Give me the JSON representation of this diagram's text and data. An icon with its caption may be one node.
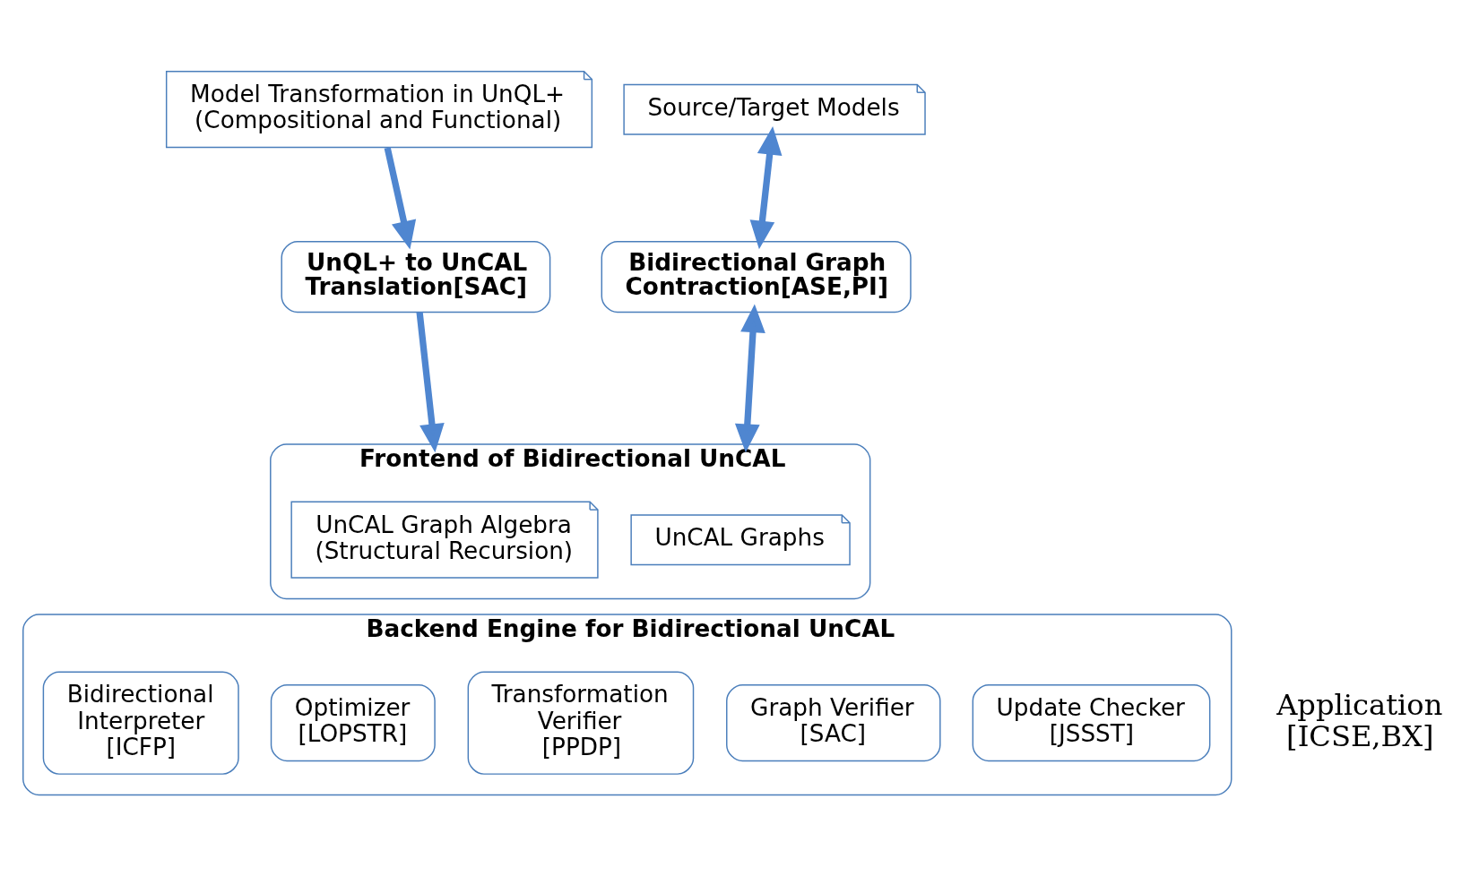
{
  "diagram": {
    "nodes": [
      {
        "text": [
          "Model Transformation in UnQL+ (Compositional and Functional)"
        ]
      },
      {
        "text": [
          "Source/Target Models"
        ]
      },
      {
        "text": [
          "UnQL+ to UnCAL Translation[SAC]"
        ]
      },
      {
        "text": [
          "Bidirectional Graph Contraction[ASE,PI]"
        ]
      },
      {
        "text": [
          "Frontend of Bidirectional UnCAL"
        ]
      },
      {
        "text": [
          "UnCAL Graph Algebra",
          "(Structural Recursion)"
        ],
        "in": 4
      },
      {
        "text": [
          "UnCAL Graphs"
        ],
        "in": 4
      },
      {
        "text": [
          "Backend Engine for Bidirectional UnCAL"
        ]
      },
      {
        "text": [
          "Bidirectional Interpreter",
          "[ICFP]"
        ],
        "in": 7
      },
      {
        "text": [
          "Optimizer",
          "[LOPSTR]"
        ],
        "in": 7
      },
      {
        "text": [
          "Transformation Verifier",
          "[PPDP]"
        ],
        "in": 7
      },
      {
        "text": [
          "Graph Verifier",
          "[SAC]"
        ],
        "in": 7
      },
      {
        "text": [
          "Update Checker",
          "[JSSST]"
        ],
        "in": 7
      }
    ],
    "edges": [
      {
        "from": 0,
        "to": 2,
        "arrow": "to"
      },
      {
        "from": 1,
        "to": 3,
        "arrow": "both"
      },
      {
        "from": 2,
        "to": 4,
        "arrow": "to"
      },
      {
        "from": 3,
        "to": 4,
        "arrow": "both"
      }
    ],
    "labels": [
      "Application [ICSE,BX]"
    ]
  }
}
